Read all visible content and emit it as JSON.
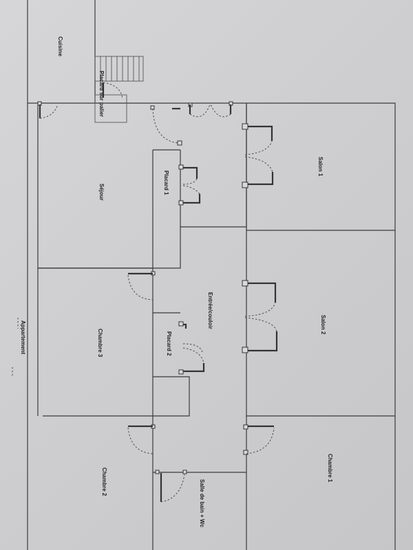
{
  "rooms": {
    "cuisine": "Cuisine",
    "placard_palier": "Placard sur palier",
    "sejour": "Séjour",
    "placard1": "Placard 1",
    "salon1": "Salon 1",
    "entree": "Entrée/couloir",
    "placard2": "Placard 2",
    "salon2": "Salon 2",
    "chambre3": "Chambre 3",
    "chambre2": "Chambre 2",
    "chambre1": "Chambre 1",
    "sdb": "Salle de bain + Wc",
    "appartement": "Appartement"
  },
  "colors": {
    "paper": "#d2d2d4",
    "ink": "#333333"
  }
}
